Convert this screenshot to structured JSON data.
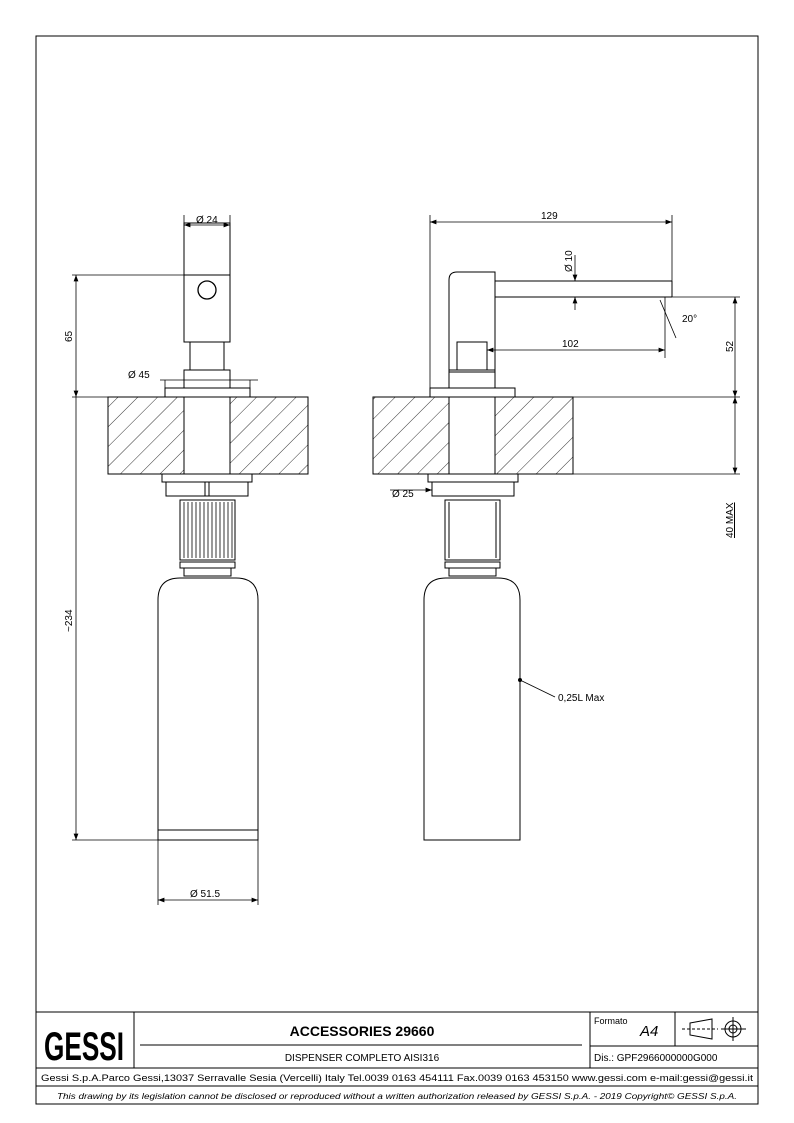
{
  "dimensions": {
    "spout_diameter": "Ø 24",
    "height_above": "65",
    "flange_diameter": "Ø 45",
    "overall_height": "~234",
    "bottle_diameter": "Ø 51.5",
    "reach": "129",
    "outlet_diameter": "Ø 10",
    "angle": "20°",
    "spout_projection": "102",
    "outlet_height": "52",
    "counter_thickness": "40 MAX",
    "shank_diameter": "Ø 25",
    "capacity": "0,25L Max"
  },
  "title_block": {
    "logo": "GESSI",
    "title": "ACCESSORIES 29660",
    "subtitle": "DISPENSER COMPLETO AISI316",
    "format_label": "Formato",
    "format_value": "A4",
    "drawing_number": "Dis.: GPF2966000000G000",
    "company_info": "Gessi S.p.A.Parco Gessi,13037 Serravalle Sesia (Vercelli) Italy Tel.0039 0163 454111 Fax.0039 0163 453150 www.gessi.com e-mail:gessi@gessi.it",
    "copyright": "This drawing by its legislation cannot be disclosed or reproduced without a written authorization released by GESSI S.p.A. - 2019 Copyright© GESSI S.p.A."
  }
}
